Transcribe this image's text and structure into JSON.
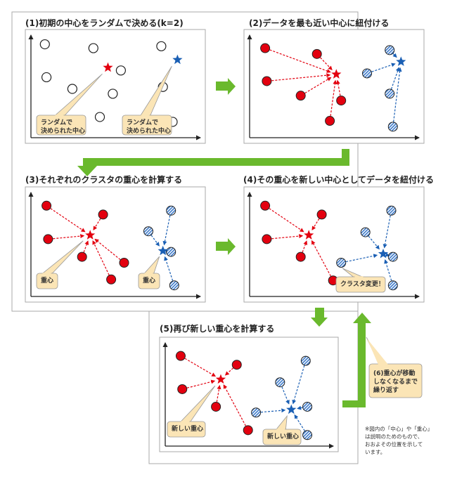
{
  "colors": {
    "red_cluster": "#e3000f",
    "blue_cluster": "#1a5fb4",
    "hatch_fill": "#9ec3ea",
    "arrow_green": "#6ab92d",
    "callout_fill": "#fbe5b6",
    "frame": "#aaaaaa"
  },
  "panels": [
    {
      "id": "p1",
      "title": "(1)初期の中心をランダムで決める(k=2)"
    },
    {
      "id": "p2",
      "title": "(2)データを最も近い中心に紐付ける"
    },
    {
      "id": "p3",
      "title": "(3)それぞれのクラスタの重心を計算する"
    },
    {
      "id": "p4",
      "title": "(4)その重心を新しい中心としてデータを紐付ける"
    },
    {
      "id": "p5",
      "title": "(5)再び新しい重心を計算する"
    }
  ],
  "callouts": {
    "p1_red_line1": "ランダムで",
    "p1_red_line2": "決められた中心",
    "p1_blue_line1": "ランダムで",
    "p1_blue_line2": "決められた中心",
    "p3_red": "重心",
    "p3_blue": "重心",
    "p4_changed": "クラスタ変更！",
    "p5_red": "新しい重心",
    "p5_blue": "新しい重心",
    "repeat_line1": "(6)重心が移動",
    "repeat_line2": "しなくなるまで",
    "repeat_line3": "繰り返す"
  },
  "note": {
    "line1": "※図内の「中心」や「重心」",
    "line2": "は説明のためのもので、",
    "line3": "おおよその位置を示して",
    "line4": "います。"
  },
  "clusters": {
    "p1": {
      "points": [
        [
          0.06,
          0.08
        ],
        [
          0.36,
          0.12
        ],
        [
          0.78,
          0.1
        ],
        [
          0.07,
          0.42
        ],
        [
          0.53,
          0.35
        ],
        [
          0.23,
          0.54
        ],
        [
          0.48,
          0.59
        ],
        [
          0.79,
          0.52
        ],
        [
          0.4,
          0.83
        ],
        [
          0.85,
          0.88
        ]
      ],
      "red_center": [
        0.45,
        0.32
      ],
      "blue_center": [
        0.88,
        0.24
      ]
    },
    "p2": {
      "red_points": [
        [
          0.07,
          0.12
        ],
        [
          0.39,
          0.18
        ],
        [
          0.08,
          0.46
        ],
        [
          0.29,
          0.61
        ],
        [
          0.54,
          0.66
        ],
        [
          0.47,
          0.87
        ]
      ],
      "blue_points": [
        [
          0.84,
          0.14
        ],
        [
          0.7,
          0.38
        ],
        [
          0.84,
          0.59
        ],
        [
          0.86,
          0.93
        ]
      ],
      "red_center": [
        0.51,
        0.39
      ],
      "blue_center": [
        0.91,
        0.26
      ]
    },
    "p3": {
      "red_points": [
        [
          0.07,
          0.12
        ],
        [
          0.42,
          0.21
        ],
        [
          0.08,
          0.46
        ],
        [
          0.29,
          0.64
        ],
        [
          0.55,
          0.7
        ],
        [
          0.47,
          0.87
        ]
      ],
      "blue_points": [
        [
          0.84,
          0.17
        ],
        [
          0.7,
          0.38
        ],
        [
          0.84,
          0.59
        ],
        [
          0.86,
          0.93
        ]
      ],
      "red_center": [
        0.34,
        0.42
      ],
      "blue_center": [
        0.79,
        0.58
      ]
    },
    "p4": {
      "red_points": [
        [
          0.07,
          0.12
        ],
        [
          0.42,
          0.21
        ],
        [
          0.08,
          0.46
        ],
        [
          0.29,
          0.64
        ],
        [
          0.49,
          0.88
        ]
      ],
      "blue_points": [
        [
          0.85,
          0.17
        ],
        [
          0.69,
          0.39
        ],
        [
          0.54,
          0.7
        ],
        [
          0.86,
          0.64
        ],
        [
          0.86,
          0.93
        ]
      ],
      "red_center": [
        0.34,
        0.42
      ],
      "blue_center": [
        0.8,
        0.61
      ]
    },
    "p5": {
      "red_points": [
        [
          0.07,
          0.12
        ],
        [
          0.42,
          0.21
        ],
        [
          0.08,
          0.46
        ],
        [
          0.29,
          0.64
        ],
        [
          0.49,
          0.88
        ]
      ],
      "blue_points": [
        [
          0.85,
          0.17
        ],
        [
          0.69,
          0.39
        ],
        [
          0.54,
          0.7
        ],
        [
          0.86,
          0.64
        ],
        [
          0.86,
          0.93
        ]
      ],
      "red_center": [
        0.32,
        0.36
      ],
      "blue_center": [
        0.76,
        0.67
      ]
    }
  }
}
